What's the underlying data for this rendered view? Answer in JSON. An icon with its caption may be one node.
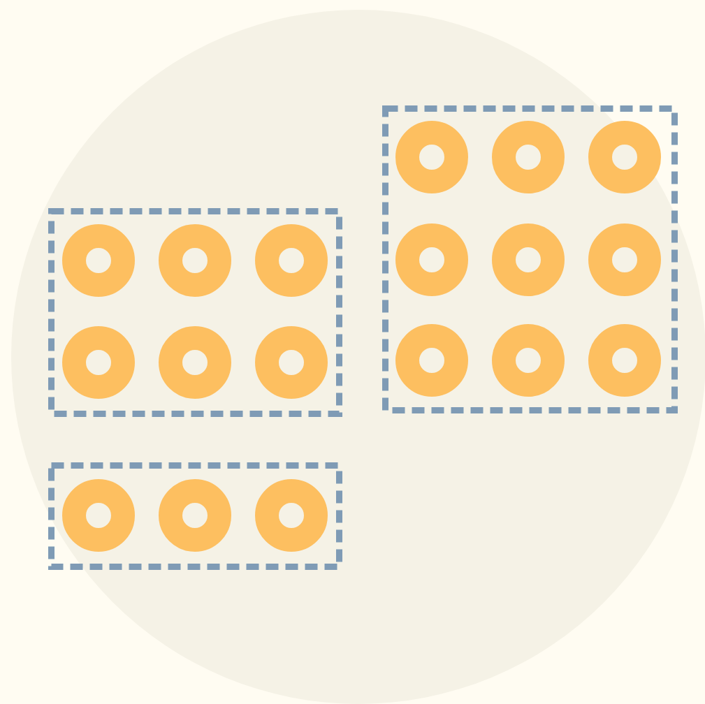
{
  "diagram": {
    "nodes": [
      {
        "text": [],
        "shape": "box"
      },
      {
        "text": [],
        "shape": "circle",
        "in": 0
      },
      {
        "text": [],
        "shape": "circle",
        "in": 0
      },
      {
        "text": [],
        "shape": "circle",
        "in": 0
      },
      {
        "text": [],
        "shape": "circle",
        "in": 0
      },
      {
        "text": [],
        "shape": "circle",
        "in": 0
      },
      {
        "text": [],
        "shape": "circle",
        "in": 0
      },
      {
        "text": [],
        "shape": "circle",
        "in": 0
      },
      {
        "text": [],
        "shape": "circle",
        "in": 0
      },
      {
        "text": [],
        "shape": "circle",
        "in": 0
      },
      {
        "text": [],
        "shape": "box"
      },
      {
        "text": [],
        "shape": "circle",
        "in": 10
      },
      {
        "text": [],
        "shape": "circle",
        "in": 10
      },
      {
        "text": [],
        "shape": "circle",
        "in": 10
      },
      {
        "text": [],
        "shape": "circle",
        "in": 10
      },
      {
        "text": [],
        "shape": "circle",
        "in": 10
      },
      {
        "text": [],
        "shape": "circle",
        "in": 10
      },
      {
        "text": [],
        "shape": "box"
      },
      {
        "text": [],
        "shape": "circle",
        "in": 17
      },
      {
        "text": [],
        "shape": "circle",
        "in": 17
      },
      {
        "text": [],
        "shape": "circle",
        "in": 17
      }
    ]
  }
}
